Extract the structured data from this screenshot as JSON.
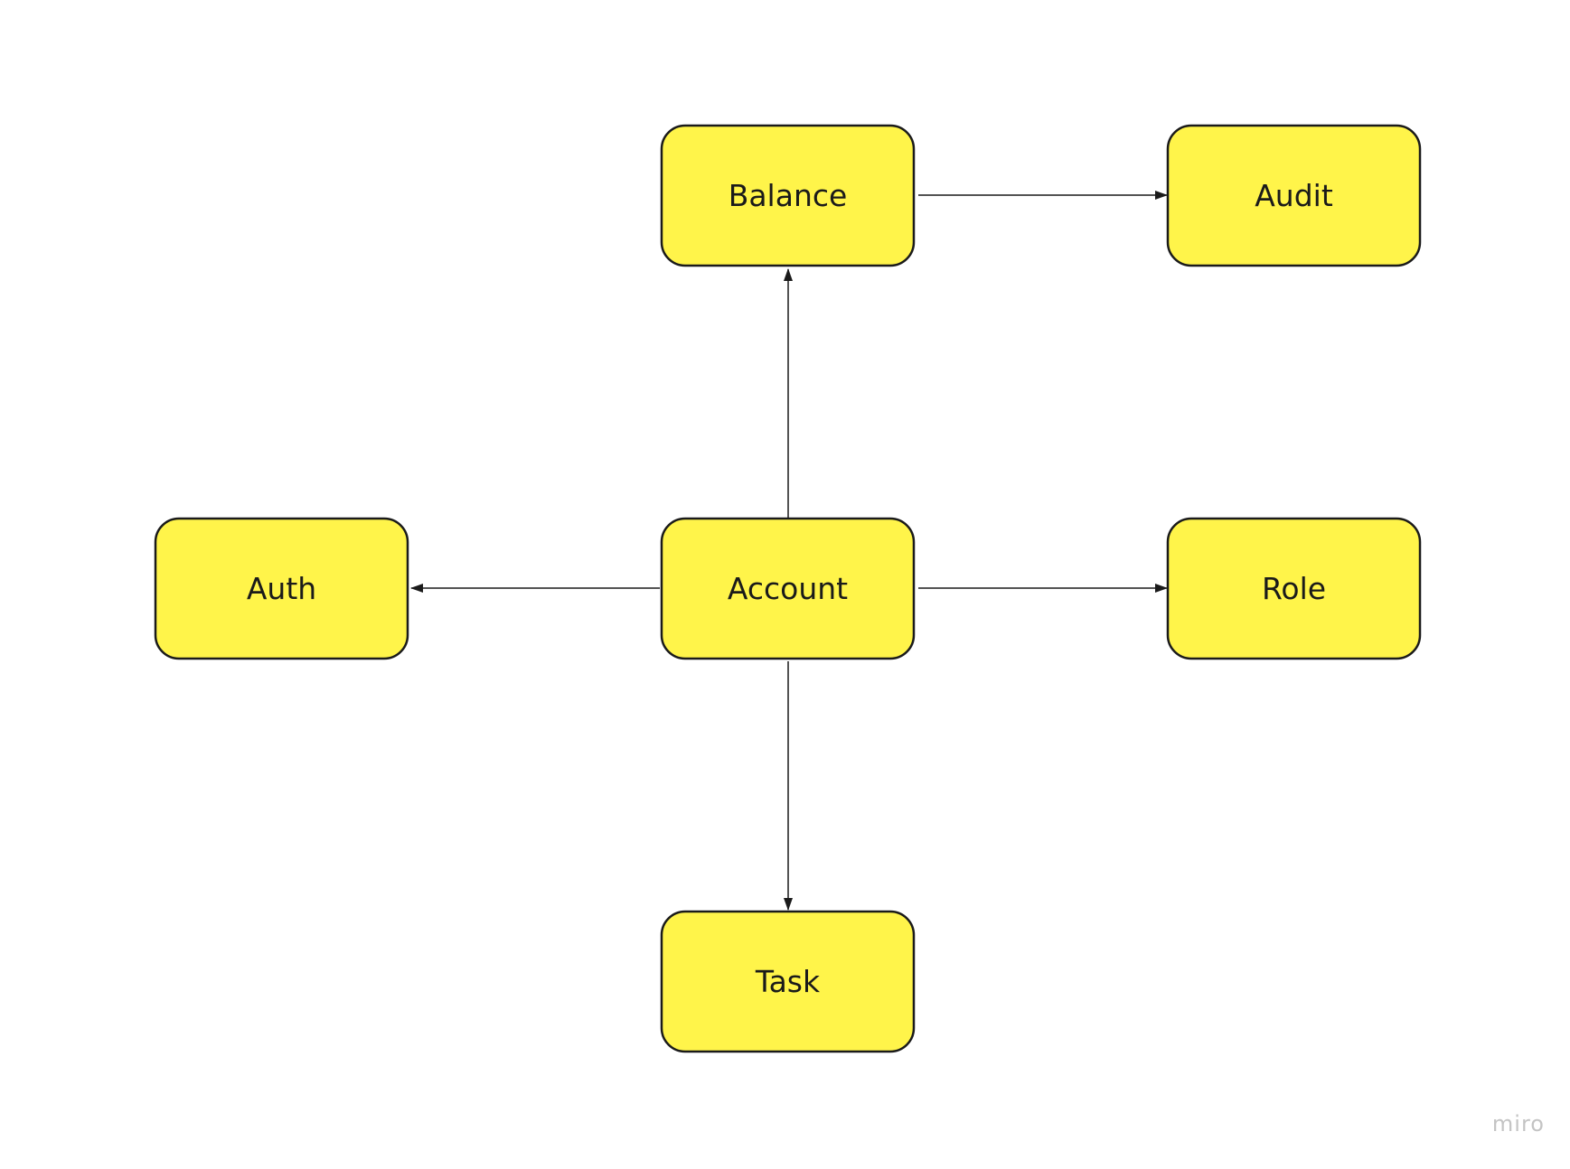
{
  "diagram": {
    "nodes": [
      {
        "id": "balance",
        "label": "Balance"
      },
      {
        "id": "audit",
        "label": "Audit"
      },
      {
        "id": "auth",
        "label": "Auth"
      },
      {
        "id": "account",
        "label": "Account"
      },
      {
        "id": "role",
        "label": "Role"
      },
      {
        "id": "task",
        "label": "Task"
      }
    ],
    "edges": [
      {
        "from": "balance",
        "to": "audit"
      },
      {
        "from": "account",
        "to": "balance"
      },
      {
        "from": "account",
        "to": "auth"
      },
      {
        "from": "account",
        "to": "role"
      },
      {
        "from": "account",
        "to": "task"
      }
    ]
  },
  "colors": {
    "node_fill": "#FFF44A",
    "node_stroke": "#1A1A1A",
    "edge": "#1A1A1A",
    "watermark": "#C4C4C4"
  },
  "watermark": {
    "text": "miro"
  }
}
